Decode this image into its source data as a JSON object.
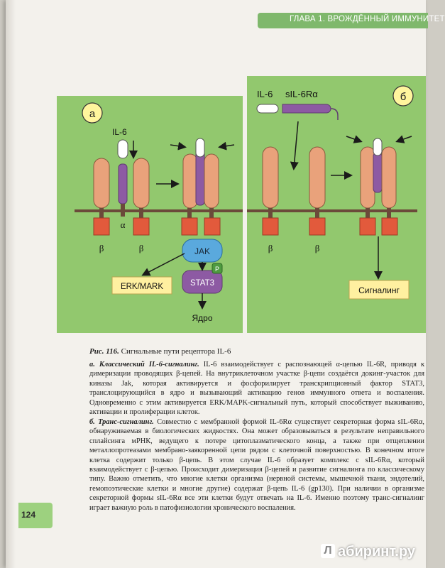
{
  "header": {
    "chapter_title": "ГЛАВА 1. ВРОЖДЁННЫЙ ИММУНИТЕТ"
  },
  "figure": {
    "panel_a": {
      "label": "а",
      "ligand": "IL-6",
      "alpha_label": "α",
      "beta_labels": [
        "β",
        "β"
      ],
      "jak": "JAK",
      "stat3": "STAT3",
      "phospho": "P",
      "erk_mapk": "ERK/MARK",
      "nucleus": "Ядро"
    },
    "panel_b": {
      "label": "б",
      "ligand": "IL-6",
      "soluble_receptor": "sIL-6Rα",
      "beta_labels": [
        "β",
        "β"
      ],
      "signaling": "Сигналинг"
    },
    "colors": {
      "background": "#92c86e",
      "membrane": "#6b4a3a",
      "beta_receptor": "#e9a27b",
      "alpha_receptor": "#8d5aa3",
      "jak": "#5aa9dd",
      "stat3": "#8d5aa3",
      "stat3_phospho": "#4e9b40",
      "box": "#fff0a0",
      "kinase": "#e25a3c"
    }
  },
  "caption": {
    "label": "Рис. 116.",
    "text": "Сигнальные пути рецептора IL-6"
  },
  "body": {
    "paragraph_a_lead": "а. Классический IL-6-сигналинг.",
    "paragraph_a": "IL-6 взаимодействует с распознающей α-цепью IL-6R, приводя к димеризации проводящих β-цепей. На внутриклеточном участке β-цепи создаётся докинг-участок для киназы Jak, которая активируется и фосфорилирует транскрипционный фактор STAT3, транслоцирующийся в ядро и вызывающий активацию генов иммунного ответа и воспаления. Одновременно с этим активируется ERK/MAPK-сигнальный путь, который способствует выживанию, активации и пролиферации клеток.",
    "paragraph_b_lead": "б. Транс-сигналинг.",
    "paragraph_b": "Совместно с мембранной формой IL-6Rα существует секреторная форма sIL-6Rα, обнаруживаемая в биологических жидкостях. Она может образовываться в результате неправильного сплайсинга мРНК, ведущего к потере цитоплазматического конца, а также при отщеплении металлопротеазами мембрано-заякоренной цепи рядом с клеточной поверхностью. В конечном итоге клетка содержит только β-цепь. В этом случае IL-6 образует комплекс с sIL-6Rα, который взаимодействует с β-цепью. Происходит димеризация β-цепей и развитие сигналинга по классическому типу. Важно отметить, что многие клетки организма (нервной системы, мышечной ткани, эндотелий, гемопоэтические клетки и многие другие) содержат β-цепь IL-6 (gp130). При наличии в организме секреторной формы sIL-6Rα все эти клетки будут отвечать на IL-6. Именно поэтому транс-сигналинг играет важную роль в патофизиологии хронического воспаления."
  },
  "page_number": "124",
  "watermark": {
    "badge": "Л",
    "text": "абиринт.ру"
  }
}
